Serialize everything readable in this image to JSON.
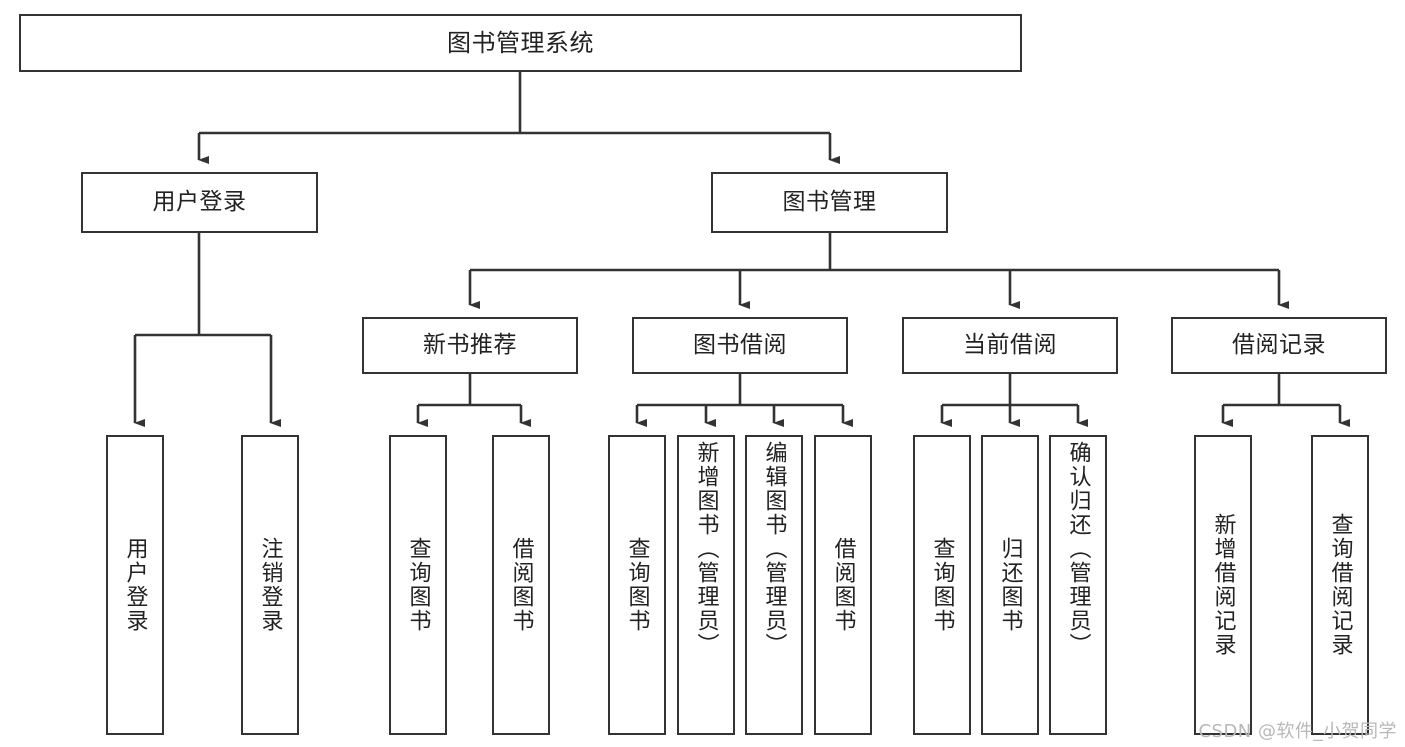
{
  "diagram": {
    "title": "图书管理系统",
    "type": "tree",
    "watermark": "CSDN @软件_小贺同学",
    "colors": {
      "box_border": "#333333",
      "box_fill": "#ffffff",
      "connector": "#333333",
      "background": "#ffffff",
      "watermark": "#b8b8b8"
    }
  },
  "nodes": {
    "root": {
      "label": "图书管理系统",
      "level": 0
    },
    "level1": [
      {
        "id": "user-login",
        "label": "用户登录"
      },
      {
        "id": "book-management",
        "label": "图书管理"
      }
    ],
    "level2": [
      {
        "id": "new-book-recommend",
        "label": "新书推荐",
        "parent": "book-management"
      },
      {
        "id": "book-borrow",
        "label": "图书借阅",
        "parent": "book-management"
      },
      {
        "id": "current-borrow",
        "label": "当前借阅",
        "parent": "book-management"
      },
      {
        "id": "borrow-record",
        "label": "借阅记录",
        "parent": "book-management"
      }
    ],
    "leaves": [
      {
        "id": "leaf-user-login",
        "label": "用户登录",
        "parent": "user-login"
      },
      {
        "id": "leaf-logout-login",
        "label": "注销登录",
        "parent": "user-login"
      },
      {
        "id": "leaf-query-book-1",
        "label": "查询图书",
        "parent": "new-book-recommend"
      },
      {
        "id": "leaf-borrow-book-1",
        "label": "借阅图书",
        "parent": "new-book-recommend"
      },
      {
        "id": "leaf-query-book-2",
        "label": "查询图书",
        "parent": "book-borrow"
      },
      {
        "id": "leaf-add-book",
        "label": "新增图书（管理员）",
        "parent": "book-borrow"
      },
      {
        "id": "leaf-edit-book",
        "label": "编辑图书（管理员）",
        "parent": "book-borrow"
      },
      {
        "id": "leaf-borrow-book-2",
        "label": "借阅图书",
        "parent": "book-borrow"
      },
      {
        "id": "leaf-query-book-3",
        "label": "查询图书",
        "parent": "current-borrow"
      },
      {
        "id": "leaf-return-book",
        "label": "归还图书",
        "parent": "current-borrow"
      },
      {
        "id": "leaf-confirm-return",
        "label": "确认归还（管理员）",
        "parent": "current-borrow"
      },
      {
        "id": "leaf-add-record",
        "label": "新增借阅记录",
        "parent": "borrow-record"
      },
      {
        "id": "leaf-query-record",
        "label": "查询借阅记录",
        "parent": "borrow-record"
      }
    ]
  }
}
